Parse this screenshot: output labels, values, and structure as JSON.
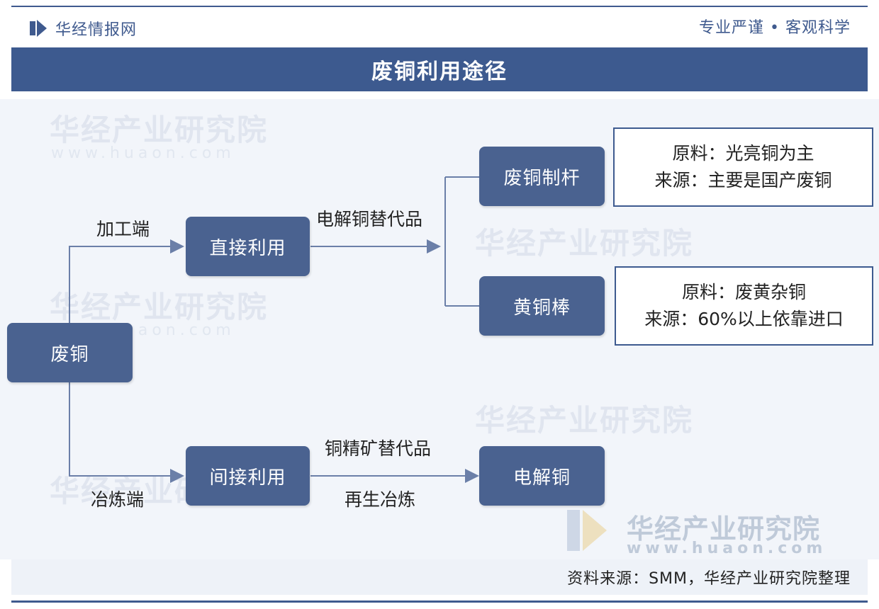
{
  "header": {
    "brand": "华经情报网",
    "slogan": "专业严谨 • 客观科学"
  },
  "title": "废铜利用途径",
  "watermark": {
    "text": "华经产业研究院",
    "url": "www.huaon.com"
  },
  "nodes": {
    "scrap_copper": "废铜",
    "direct_use": "直接利用",
    "indirect_use": "间接利用",
    "scrap_rod": "废铜制杆",
    "brass_rod": "黄铜棒",
    "electrolytic_copper": "电解铜"
  },
  "edge_labels": {
    "processing_end": "加工端",
    "smelting_end": "冶炼端",
    "cathode_substitute": "电解铜替代品",
    "concentrate_substitute": "铜精矿替代品",
    "recycled_smelting": "再生冶炼"
  },
  "info_boxes": {
    "scrap_rod": {
      "line1": "原料：光亮铜为主",
      "line2": "来源：主要是国产废铜"
    },
    "brass_rod": {
      "line1": "原料：废黄杂铜",
      "line2": "来源：60%以上依靠进口"
    }
  },
  "footer": {
    "source": "资料来源：SMM，华经产业研究院整理"
  },
  "colors": {
    "primary": "#3d5a8f",
    "node": "#4a6290",
    "line": "#6b7fa8"
  }
}
